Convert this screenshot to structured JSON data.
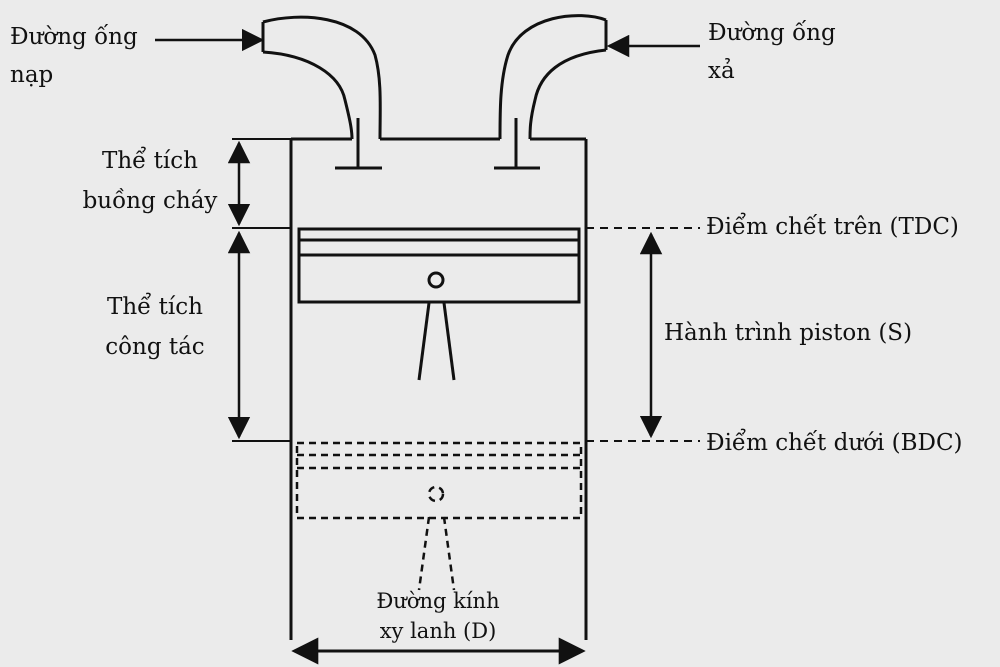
{
  "labels": {
    "intake": [
      "Đường ống",
      "nạp"
    ],
    "exhaust": [
      "Đường ống",
      "xả"
    ],
    "combustion_volume": [
      "Thể tích",
      "buồng cháy"
    ],
    "working_volume": [
      "Thể tích",
      "công tác"
    ],
    "tdc": "Điểm chết trên (TDC)",
    "stroke": "Hành trình piston (S)",
    "bdc": "Điểm chết dưới (BDC)",
    "bore": [
      "Đường kính",
      "xy lanh (D)"
    ]
  },
  "colors": {
    "line": "#111111",
    "background": "#ebebeb"
  }
}
